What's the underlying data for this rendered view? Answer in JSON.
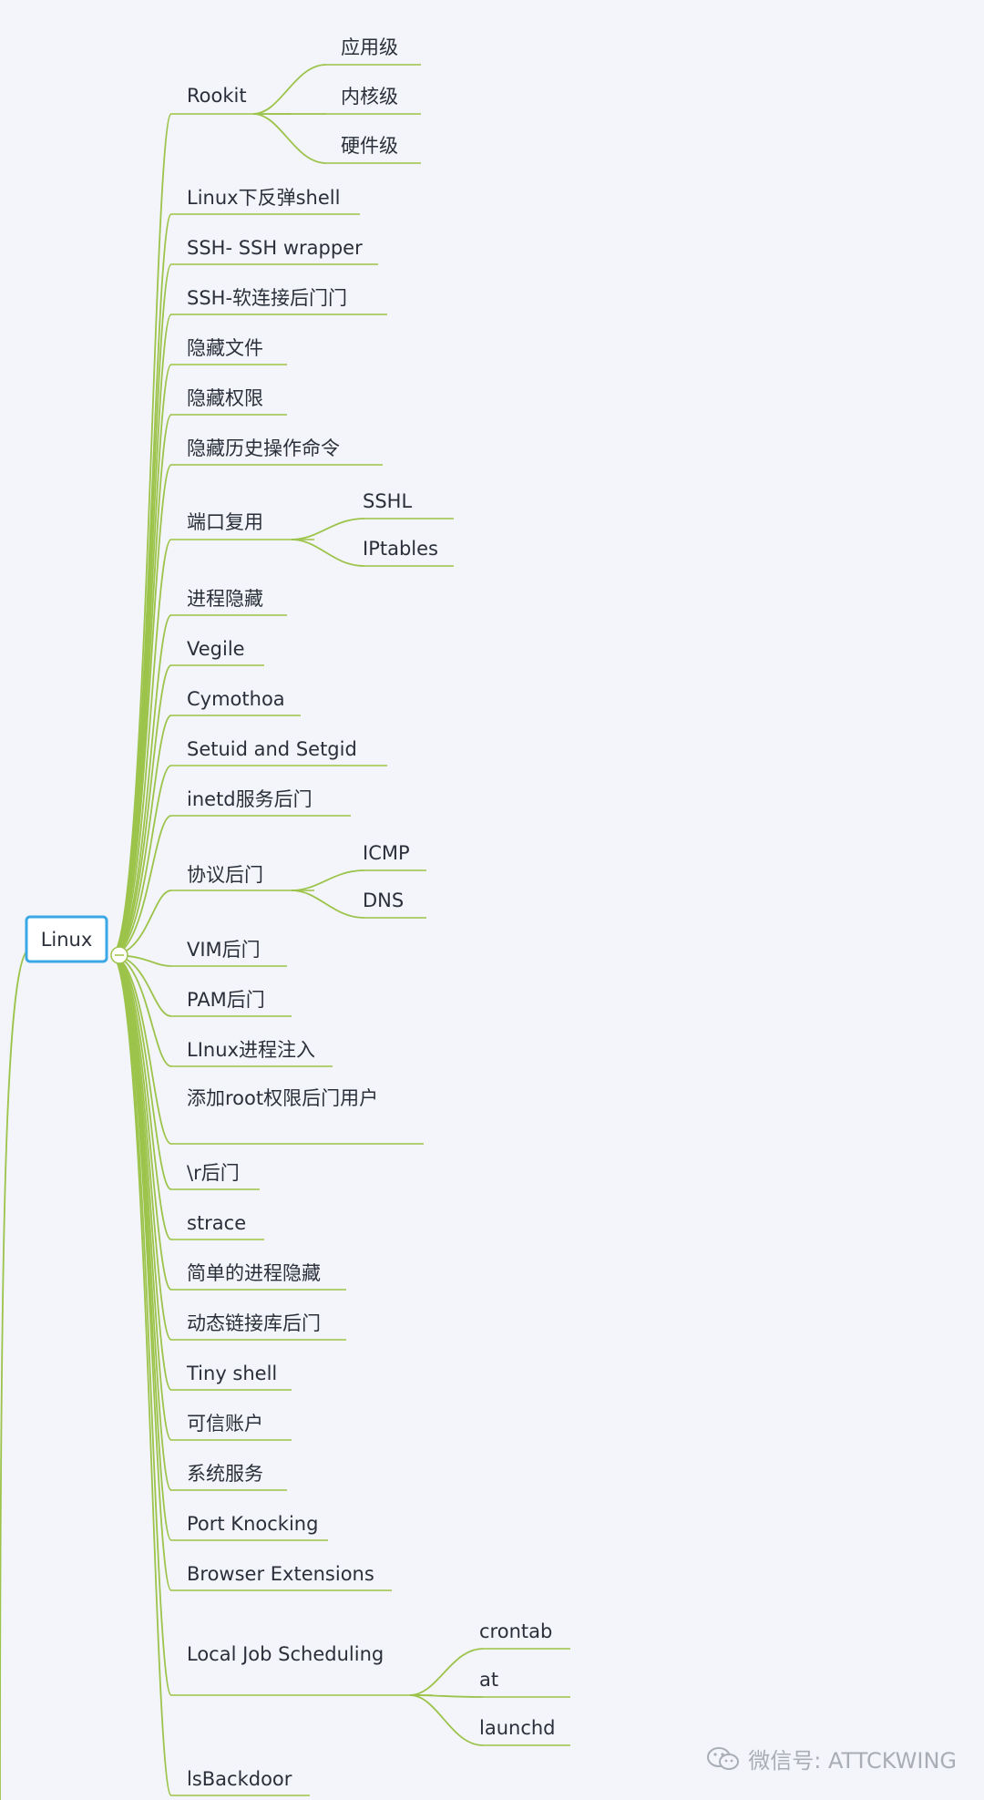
{
  "root": {
    "label": "Linux"
  },
  "branches": [
    {
      "label": "Rookit",
      "children": [
        "应用级",
        "内核级",
        "硬件级"
      ]
    },
    {
      "label": "Linux下反弹shell"
    },
    {
      "label": "SSH- SSH wrapper"
    },
    {
      "label": "SSH-软连接后门门"
    },
    {
      "label": "隐藏文件"
    },
    {
      "label": "隐藏权限"
    },
    {
      "label": "隐藏历史操作命令"
    },
    {
      "label": "端口复用",
      "children": [
        "SSHL",
        "IPtables"
      ]
    },
    {
      "label": "进程隐藏"
    },
    {
      "label": "Vegile"
    },
    {
      "label": "Cymothoa"
    },
    {
      "label": "Setuid and Setgid"
    },
    {
      "label": "inetd服务后门"
    },
    {
      "label": "协议后门",
      "children": [
        "ICMP",
        "DNS"
      ]
    },
    {
      "label": "VIM后门"
    },
    {
      "label": "PAM后门"
    },
    {
      "label": "LInux进程注入"
    },
    {
      "label": "添加root权限后门用户"
    },
    {
      "label": "\\r后门"
    },
    {
      "label": "strace"
    },
    {
      "label": "简单的进程隐藏"
    },
    {
      "label": "动态链接库后门"
    },
    {
      "label": "Tiny shell"
    },
    {
      "label": "可信账户"
    },
    {
      "label": "系统服务"
    },
    {
      "label": "Port Knocking"
    },
    {
      "label": "Browser Extensions"
    },
    {
      "label": "Local Job Scheduling",
      "children": [
        "crontab",
        "at",
        "launchd"
      ]
    },
    {
      "label": "lsBackdoor"
    }
  ],
  "watermark": {
    "text": "微信号: ATTCKWING",
    "icon": "wechat-icon"
  },
  "colors": {
    "edge": "#9cc34a",
    "root_border": "#3aa8e6",
    "background": "#f3f5fa"
  }
}
